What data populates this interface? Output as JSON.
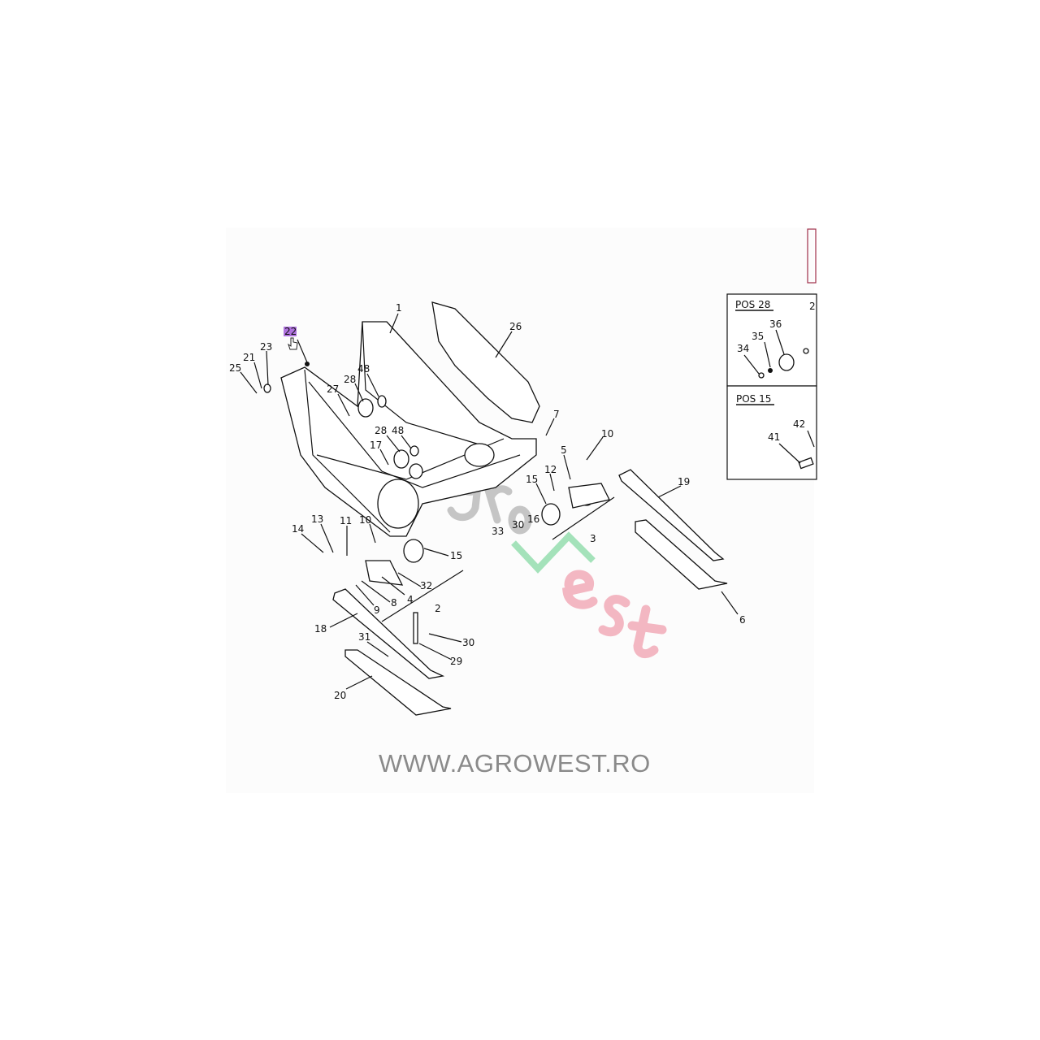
{
  "diagram": {
    "labels": [
      "1",
      "26",
      "22",
      "23",
      "21",
      "25",
      "27",
      "28",
      "48",
      "28",
      "48",
      "17",
      "7",
      "10",
      "5",
      "12",
      "15",
      "19",
      "16",
      "33",
      "30",
      "3",
      "13",
      "11",
      "10",
      "14",
      "15",
      "32",
      "8",
      "4",
      "9",
      "2",
      "18",
      "31",
      "30",
      "29",
      "20",
      "6"
    ],
    "highlighted_label": "22",
    "highlight_color": "#9b4fd6"
  },
  "insets": {
    "pos28": {
      "title": "POS 28",
      "labels": [
        "36",
        "35",
        "34",
        "2"
      ]
    },
    "pos15": {
      "title": "POS 15",
      "labels": [
        "42",
        "41"
      ]
    }
  },
  "watermark": {
    "text": "AgroWest",
    "colors": [
      "#9a9a9a",
      "#7fd39a",
      "#f2a6b4"
    ]
  },
  "footer": {
    "url": "WWW.AGROWEST.RO"
  }
}
